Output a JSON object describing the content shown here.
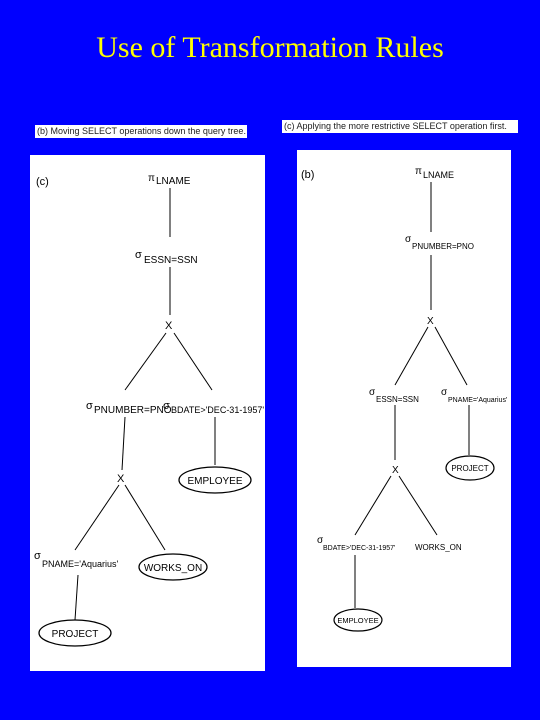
{
  "slide": {
    "title": "Use of Transformation Rules"
  },
  "captions": {
    "left": "(b) Moving SELECT operations down the query tree.",
    "right": "(c) Applying the more restrictive SELECT operation first."
  },
  "tree_c": {
    "label": "(c)",
    "pi": "π",
    "pi_attr": "LNAME",
    "sigma": "σ",
    "join_cond": "ESSN=SSN",
    "cross1": "X",
    "pnum_cond": "PNUMBER=PNO",
    "bdate_cond": "BDATE>'DEC-31-1957'",
    "employee": "EMPLOYEE",
    "cross2": "X",
    "pname_cond": "PNAME='Aquarius'",
    "works_on": "WORKS_ON",
    "project": "PROJECT"
  },
  "tree_b": {
    "label": "(b)",
    "pi": "π",
    "pi_attr": "LNAME",
    "sigma": "σ",
    "pnum_cond": "PNUMBER=PNO",
    "cross1": "X",
    "essn_cond": "ESSN=SSN",
    "pname_cond": "PNAME='Aquarius'",
    "project": "PROJECT",
    "cross2": "X",
    "bdate_cond": "BDATE>'DEC-31-1957'",
    "works_on": "WORKS_ON",
    "employee": "EMPLOYEE"
  }
}
